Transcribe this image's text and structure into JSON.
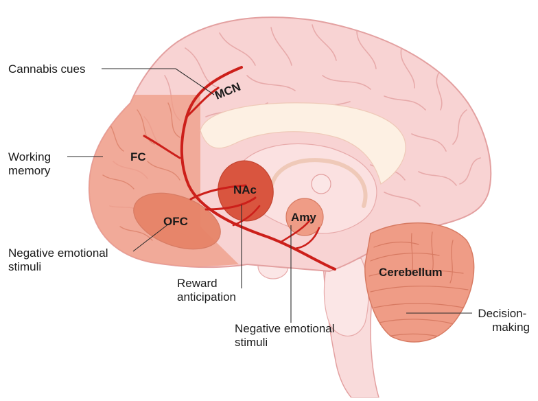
{
  "colors": {
    "cortex": "#f8d3d3",
    "cortex_outline": "#e3a0a0",
    "gyri": "#e7aaaa",
    "fc": "#ef9c86",
    "ofc": "#e78468",
    "nac": "#d9553f",
    "amy": "#ef9c86",
    "cerebellum": "#ef9c86",
    "corpus_callosum": "#fdf0e3",
    "pathway": "#cc1f1a",
    "text": "#1a1a1a"
  },
  "regions": {
    "mcn": "MCN",
    "fc": "FC",
    "nac": "NAc",
    "ofc": "OFC",
    "amy": "Amy",
    "cerebellum": "Cerebellum"
  },
  "callouts": {
    "cannabis_cues": [
      "Cannabis cues"
    ],
    "working_memory": [
      "Working",
      "memory"
    ],
    "neg_stimuli_ofc": [
      "Negative emotional",
      "stimuli"
    ],
    "reward_anticipation": [
      "Reward",
      "anticipation"
    ],
    "neg_stimuli_amy": [
      "Negative emotional",
      "stimuli"
    ],
    "decision_making": [
      "Decision-",
      "making"
    ]
  }
}
